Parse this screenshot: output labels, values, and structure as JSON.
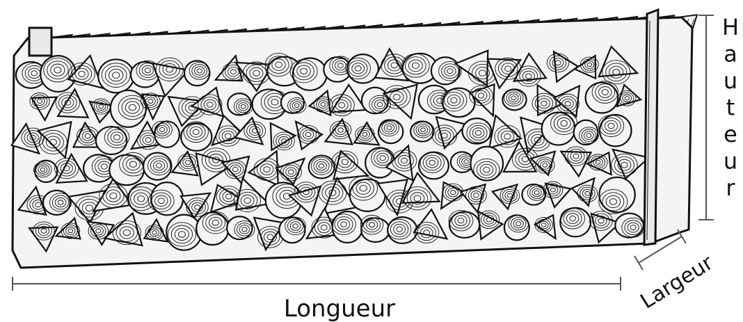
{
  "diagram": {
    "dimensions": {
      "length_label": "Longueur",
      "height_label": "Hauteur",
      "width_label": "Largeur"
    },
    "colors": {
      "ink": "#111111",
      "paper": "#ffffff",
      "wood_fill": "#f4f4f4",
      "stake_fill": "#e9e9e9"
    },
    "icons": {
      "woodpile": "firewood-stack-illustration",
      "stake": "wooden-stake"
    }
  }
}
